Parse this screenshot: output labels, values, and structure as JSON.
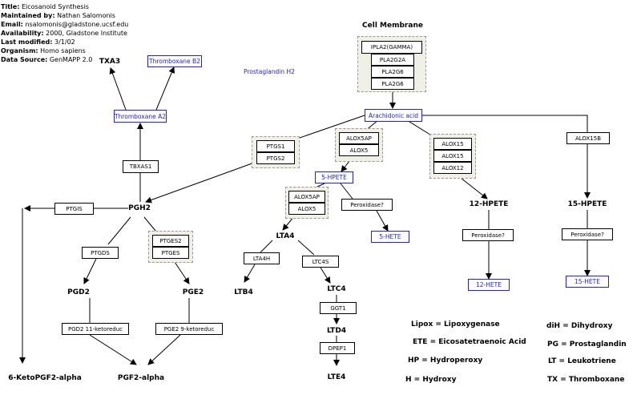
{
  "info": {
    "title_label": "Title:",
    "title_value": "Eicosanoid Synthesis",
    "maintainer_label": "Maintained by:",
    "maintainer_value": "Nathan Salomonis",
    "email_label": "Email:",
    "email_value": "nsalomonis@gladstone.ucsf.edu",
    "availability_label": "Availability:",
    "availability_value": "2000, Gladstone Institute",
    "modified_label": "Last modified:",
    "modified_value": "3/1/02",
    "organism_label": "Organism:",
    "organism_value": "Homo sapiens",
    "source_label": "Data Source:",
    "source_value": "GenMAPP 2.0"
  },
  "genes": {
    "ipla2": "IPLA2(GAMMA)",
    "pla2g2a": "PLA2G2A",
    "pla2g6a": "PLA2G6",
    "pla2g6b": "PLA2G6",
    "ptgs1": "PTGS1",
    "ptgs2": "PTGS2",
    "alox5ap1": "ALOX5AP",
    "alox5_1": "ALOX5",
    "alox15a": "ALOX15",
    "alox15b": "ALOX15",
    "alox12": "ALOX12",
    "alox15b_gene": "ALOX15B",
    "tbxas1": "TBXAS1",
    "alox5ap2": "ALOX5AP",
    "alox5_2": "ALOX5",
    "peroxidase1": "Peroxidase?",
    "peroxidase2": "Peroxidase?",
    "peroxidase3": "Peroxidase?",
    "ptgis": "PTGIS",
    "ptges2": "PTGES2",
    "ptges": "PTGES",
    "ptgds": "PTGDS",
    "lta4h": "LTA4H",
    "ltc4s": "LTC4S",
    "ggt1": "GGT1",
    "dpep1": "DPEP1",
    "pgd2_reduc": "PGD2 11-ketoreduc",
    "pge2_reduc": "PGE2 9-ketoreduc"
  },
  "metabolites": {
    "thromboxane_b2": "Thromboxane B2",
    "prostaglandin_h2": "Prostaglandin H2",
    "thromboxane_a2": "Thromboxane A2",
    "arachidonic_acid": "Arachidonic acid",
    "hpete5": "5-HPETE",
    "hete5": "5-HETE",
    "hete12": "12-HETE",
    "hete15": "15-HETE"
  },
  "labels": {
    "cell_membrane": "Cell Membrane",
    "txa3": "TXA3",
    "pgh2": "PGH2",
    "hpete12": "12-HPETE",
    "hpete15": "15-HPETE",
    "lta4": "LTA4",
    "ltb4": "LTB4",
    "pgd2": "PGD2",
    "pge2": "PGE2",
    "ltc4": "LTC4",
    "ltd4": "LTD4",
    "lte4": "LTE4",
    "keto": "6-KetoPGF2-alpha",
    "pgf2": "PGF2-alpha"
  },
  "legend": {
    "lipox": "Lipox = Lipoxygenase",
    "ete": "ETE = Eicosatetraenoic Acid",
    "hp": "HP = Hydroperoxy",
    "h": "H = Hydroxy",
    "dih": "diH = Dihydroxy",
    "pg": "PG = Prostaglandin",
    "lt": "LT = Leukotriene",
    "tx": "TX = Thromboxane"
  },
  "colors": {
    "metabolite": "#2222cc",
    "gene_border": "#000000",
    "group_fill": "#f0f0e6"
  }
}
